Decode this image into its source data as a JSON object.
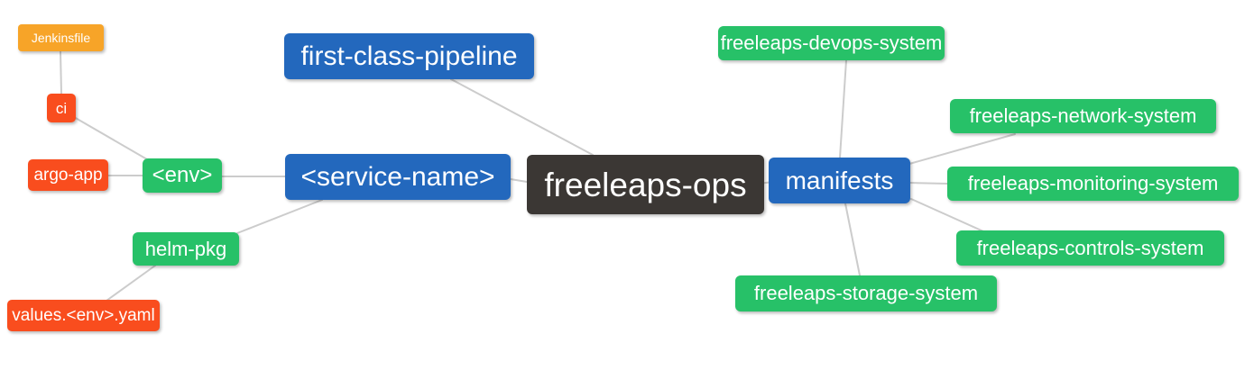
{
  "palette": {
    "root_bg": "#3B3734",
    "branch_bg": "#2368BD",
    "level2_bg": "#27C168",
    "level3_bg": "#F94D1E",
    "level4_bg": "#F7A428",
    "edge_color": "#CCCCCC",
    "text_color": "#FFFFFF",
    "canvas_bg": "#FFFFFF"
  },
  "nodes": {
    "ops": {
      "label": "freeleaps-ops",
      "color": "#3B3734"
    },
    "pipeline": {
      "label": "first-class-pipeline",
      "color": "#2368BD"
    },
    "service": {
      "label": "<service-name>",
      "color": "#2368BD"
    },
    "manifests": {
      "label": "manifests",
      "color": "#2368BD"
    },
    "env": {
      "label": "<env>",
      "color": "#27C168"
    },
    "helm_pkg": {
      "label": "helm-pkg",
      "color": "#27C168"
    },
    "ci": {
      "label": "ci",
      "color": "#F94D1E"
    },
    "argo_app": {
      "label": "argo-app",
      "color": "#F94D1E"
    },
    "values_yaml": {
      "label": "values.<env>.yaml",
      "color": "#F94D1E"
    },
    "jenkinsfile": {
      "label": "Jenkinsfile",
      "color": "#F7A428"
    },
    "devops": {
      "label": "freeleaps-devops-system",
      "color": "#27C168"
    },
    "network": {
      "label": "freeleaps-network-system",
      "color": "#27C168"
    },
    "monitoring": {
      "label": "freeleaps-monitoring-system",
      "color": "#27C168"
    },
    "controls": {
      "label": "freeleaps-controls-system",
      "color": "#27C168"
    },
    "storage": {
      "label": "freeleaps-storage-system",
      "color": "#27C168"
    }
  },
  "edges": [
    {
      "from": "jenkinsfile",
      "to": "ci"
    },
    {
      "from": "ci",
      "to": "env"
    },
    {
      "from": "argo_app",
      "to": "env"
    },
    {
      "from": "env",
      "to": "service"
    },
    {
      "from": "service",
      "to": "helm_pkg"
    },
    {
      "from": "helm_pkg",
      "to": "values_yaml"
    },
    {
      "from": "service",
      "to": "ops"
    },
    {
      "from": "pipeline",
      "to": "ops"
    },
    {
      "from": "ops",
      "to": "manifests"
    },
    {
      "from": "manifests",
      "to": "devops"
    },
    {
      "from": "manifests",
      "to": "network"
    },
    {
      "from": "manifests",
      "to": "monitoring"
    },
    {
      "from": "manifests",
      "to": "controls"
    },
    {
      "from": "manifests",
      "to": "storage"
    }
  ]
}
